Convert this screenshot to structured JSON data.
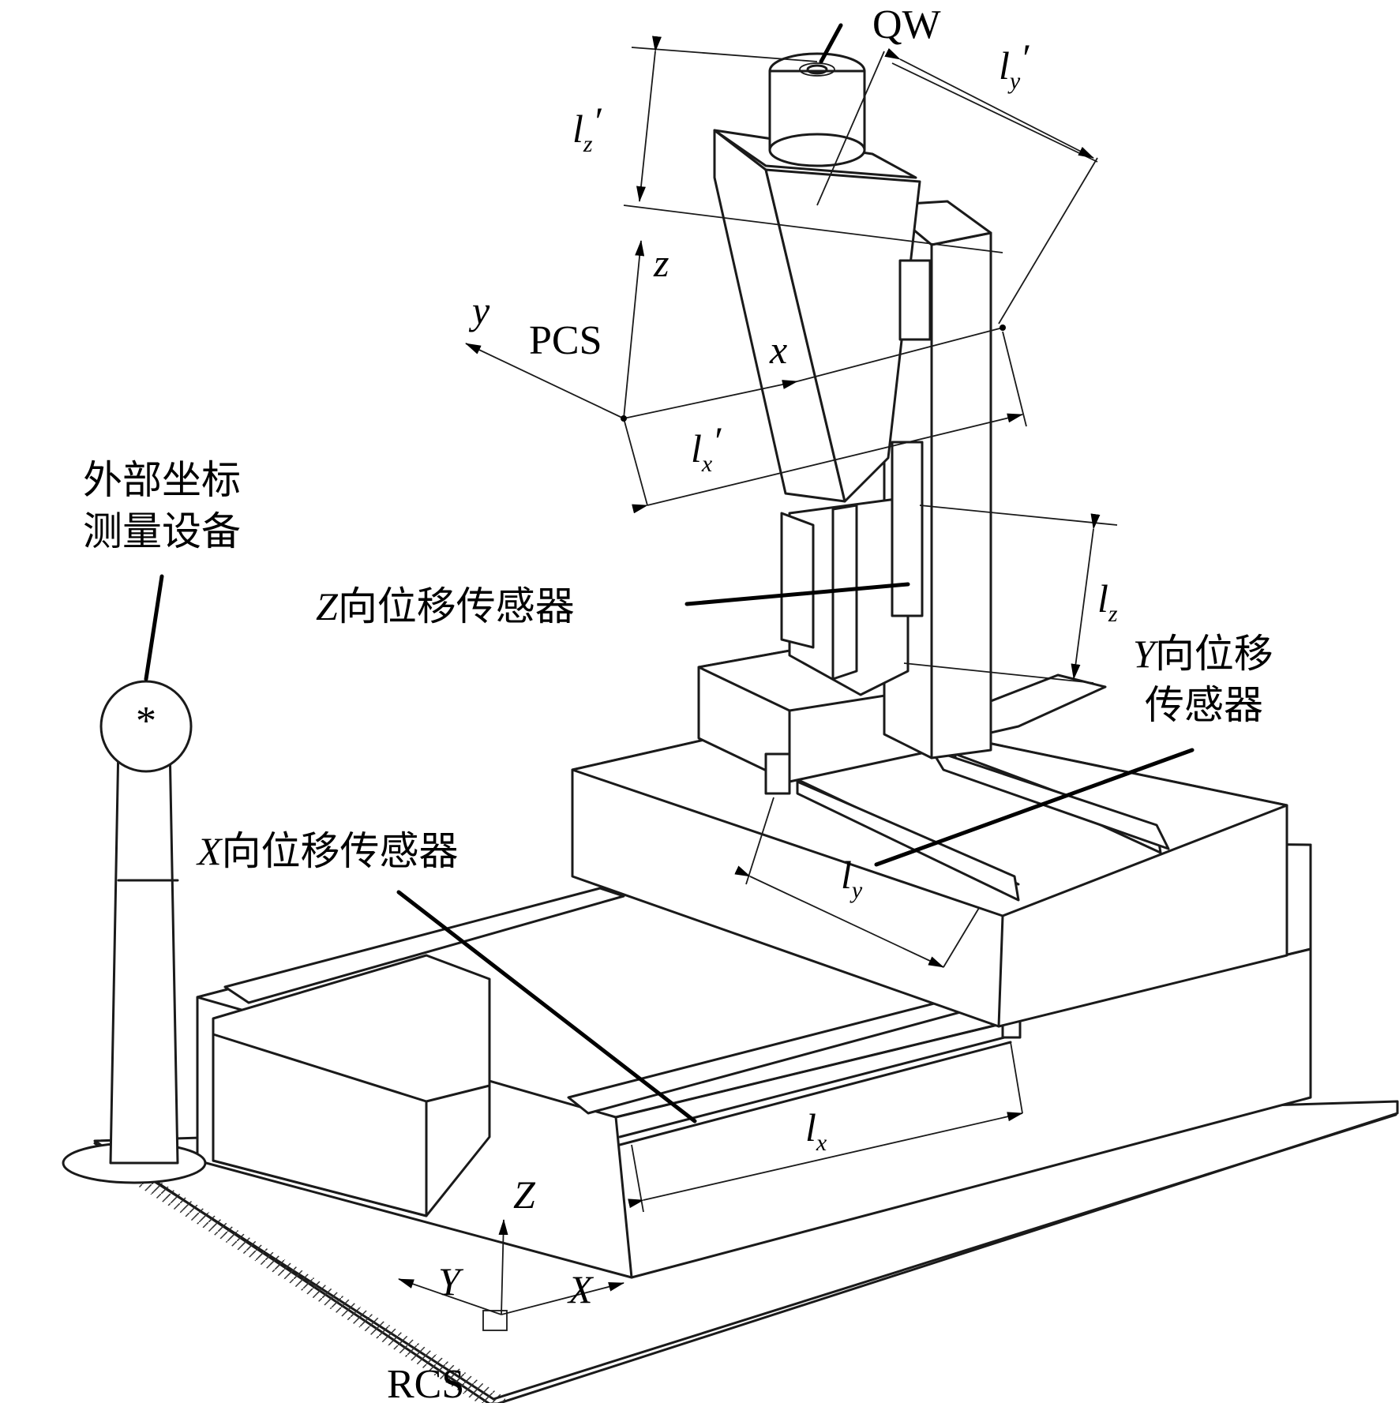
{
  "labels": {
    "qw": "QW",
    "pcs": "PCS",
    "rcs": "RCS",
    "pcs_x": "x",
    "pcs_y": "y",
    "pcs_z": "z",
    "rcs_x": "X",
    "rcs_y": "Y",
    "rcs_z": "Z",
    "ext_device_line1": "外部坐标",
    "ext_device_line2": "测量设备",
    "z_sensor_axis": "Z",
    "z_sensor_text": "向位移传感器",
    "y_sensor_axis": "Y",
    "y_sensor_text_line1": "向位移",
    "y_sensor_text_line2": "传感器",
    "x_sensor_axis": "X",
    "x_sensor_text": "向位移传感器",
    "dim_l": "l",
    "sub_x": "x",
    "sub_y": "y",
    "sub_z": "z",
    "prime": "′"
  }
}
